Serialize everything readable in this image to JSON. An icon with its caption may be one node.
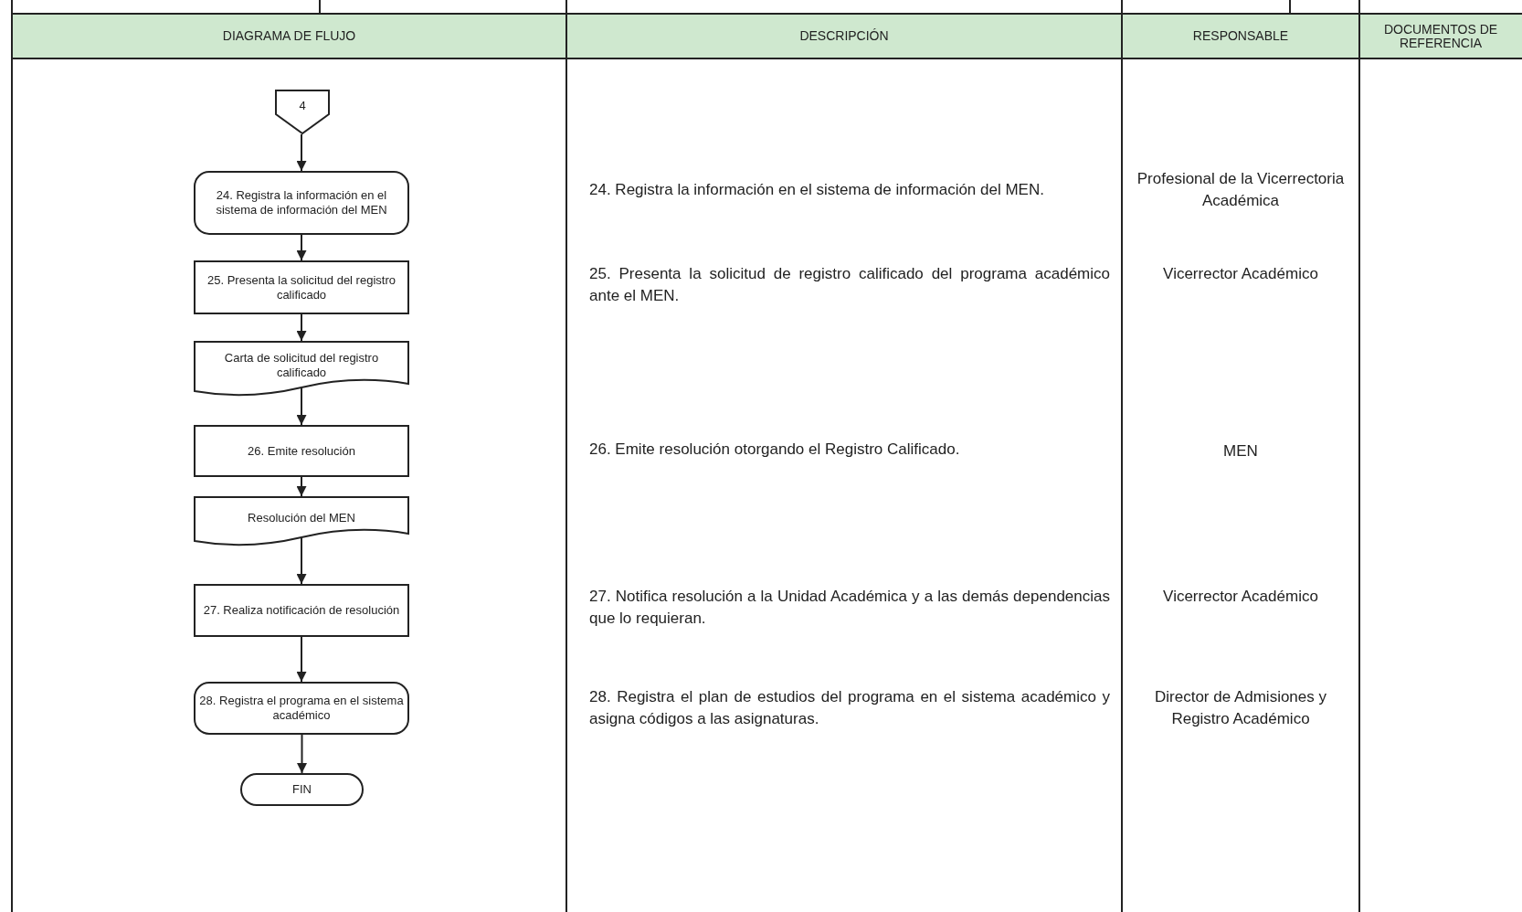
{
  "diagram": {
    "nodes": [
      {
        "text": [
          "4"
        ]
      },
      {
        "text": [
          "24. Registra la información en el sistema de información del MEN"
        ]
      },
      {
        "text": [
          "25. Presenta la solicitud del registro calificado"
        ]
      },
      {
        "text": [
          "Carta de solicitud del registro calificado"
        ]
      },
      {
        "text": [
          "26. Emite resolución"
        ]
      },
      {
        "text": [
          "Resolución del MEN"
        ]
      },
      {
        "text": [
          "27. Realiza notificación de resolución"
        ]
      },
      {
        "text": [
          "28. Registra el programa en el sistema académico"
        ]
      },
      {
        "text": [
          "FIN"
        ]
      }
    ],
    "edges": [
      {
        "from": 0,
        "to": 1,
        "arrow": "to"
      },
      {
        "from": 1,
        "to": 2,
        "arrow": "to"
      },
      {
        "from": 2,
        "to": 3,
        "arrow": "to"
      },
      {
        "from": 3,
        "to": 4,
        "arrow": "to"
      },
      {
        "from": 4,
        "to": 5,
        "arrow": "to"
      },
      {
        "from": 5,
        "to": 6,
        "arrow": "to"
      },
      {
        "from": 6,
        "to": 7,
        "arrow": "to"
      },
      {
        "from": 7,
        "to": 8,
        "arrow": "to"
      }
    ],
    "labels": [
      "DIAGRAMA DE FLUJO",
      "DESCRIPCIÓN",
      "RESPONSABLE",
      "DOCUMENTOS DE REFERENCIA",
      "24. Registra la información en el sistema de información del MEN.",
      "Profesional de la Vicerrectoria Académica",
      "25. Presenta la solicitud de registro calificado del programa académico ante el MEN.",
      "Vicerrector Académico",
      "26. Emite resolución otorgando el Registro Calificado.",
      "MEN",
      "27. Notifica resolución a la Unidad Académica y a las demás dependencias que lo requieran.",
      "Vicerrector Académico",
      "28. Registra el plan de estudios del programa en el sistema académico y asigna códigos a las asignaturas.",
      "Director de Admisiones y Registro Académico"
    ]
  }
}
